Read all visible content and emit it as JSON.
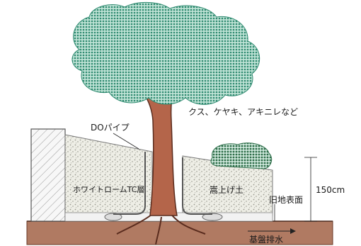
{
  "labels": {
    "species": "クス、ケヤキ、アキニレなど",
    "do_pipe": "DOパイプ",
    "whiteloam": "ホワイトロームTC層",
    "mound_soil": "嵩上げ土",
    "old_ground": "旧地表面",
    "height": "150cm",
    "base_drain": "基盤排水"
  },
  "colors": {
    "canopy": "#3f9e83",
    "trunk": "#b4654a",
    "trunk_line": "#5a2c1e",
    "gravel": "#dcdcd0",
    "ground": "#b07a62",
    "wall": "#f4f4f4",
    "hedge": "#2f6e4a"
  }
}
